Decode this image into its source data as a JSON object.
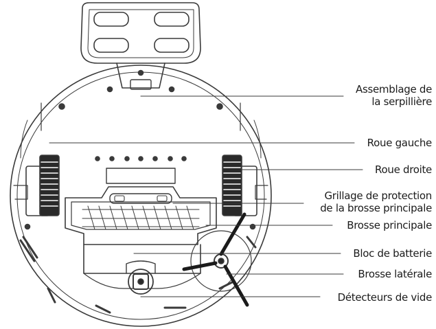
{
  "labels": {
    "mop_assembly": {
      "line1": "Assemblage de",
      "line2": "la serpillière"
    },
    "left_wheel": "Roue gauche",
    "right_wheel": "Roue droite",
    "brush_guard": {
      "line1": "Grillage de protection",
      "line2": "de la brosse principale"
    },
    "main_brush": "Brosse principale",
    "battery": "Bloc de batterie",
    "side_brush": "Brosse latérale",
    "cliff_sensors": "Détecteurs de vide"
  },
  "colors": {
    "line": "#3a3a3a",
    "text": "#1b1b1b",
    "fill_dark": "#2a2a2a"
  }
}
